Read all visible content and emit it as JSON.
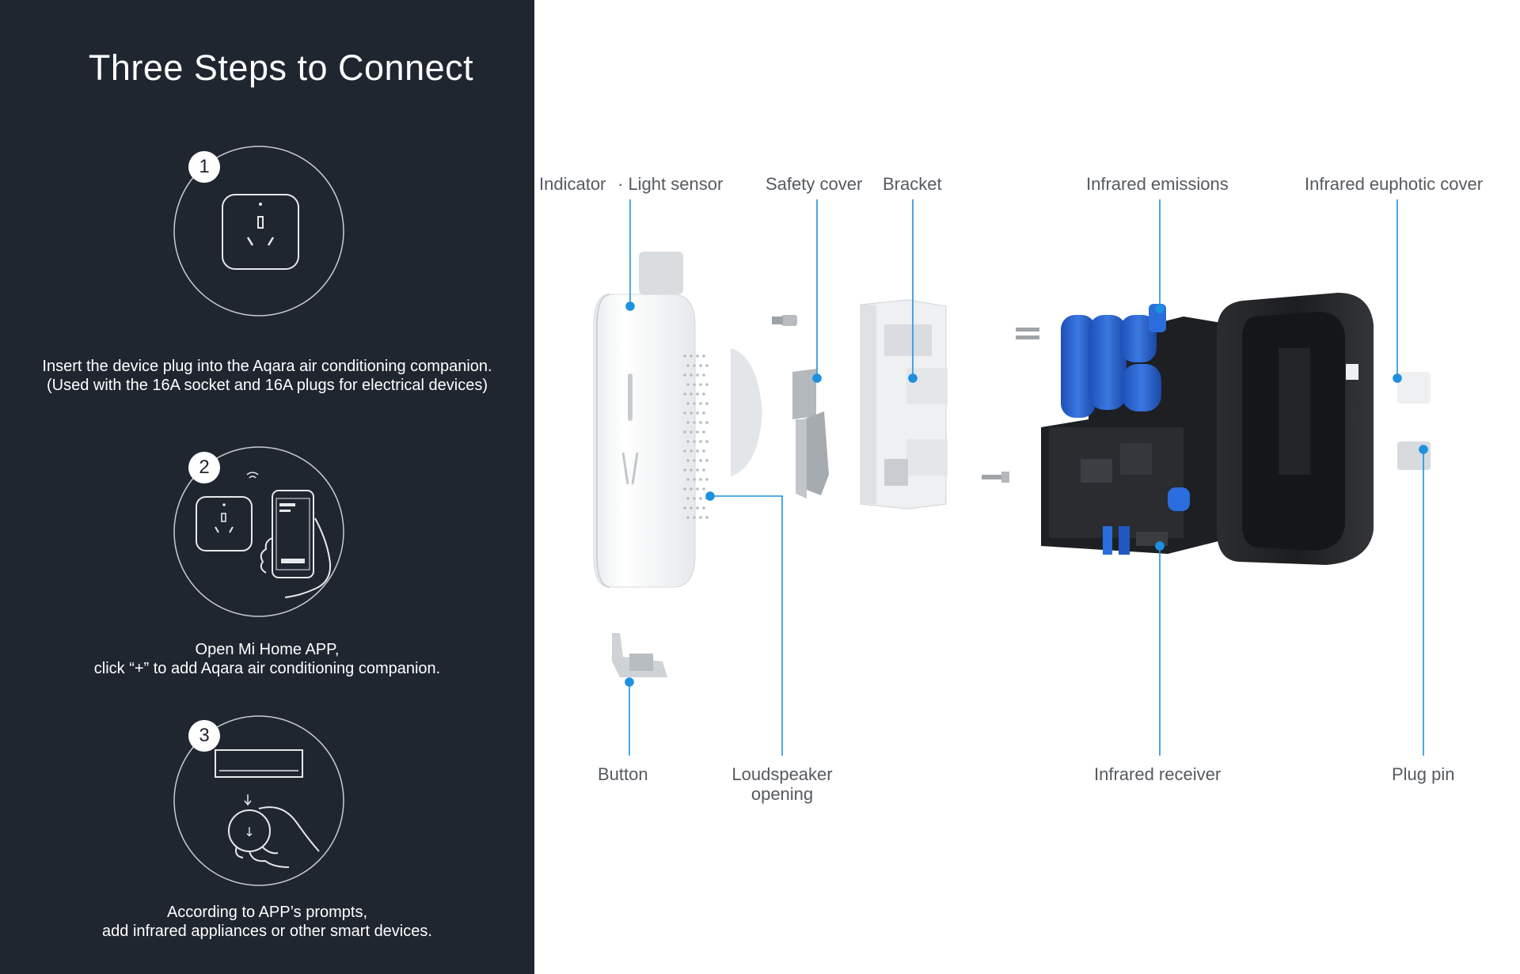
{
  "panel": {
    "title": "Three Steps to Connect",
    "steps": [
      {
        "number": "1",
        "lines": [
          "Insert the device plug into the Aqara air conditioning companion.",
          "(Used with the 16A socket and 16A plugs for electrical devices)"
        ],
        "icon": "socket-icon"
      },
      {
        "number": "2",
        "lines": [
          "Open Mi Home APP,",
          "click “+” to add Aqara air conditioning companion."
        ],
        "icon": "phone-app-icon"
      },
      {
        "number": "3",
        "lines": [
          "According to APP’s prompts,",
          "add infrared appliances or other smart devices."
        ],
        "icon": "air-conditioner-icon"
      }
    ]
  },
  "diagram": {
    "callout_color": "#1e90e0",
    "labels": {
      "indicator": "Indicator",
      "light_sensor": "· Light sensor",
      "safety_cover": "Safety cover",
      "bracket": "Bracket",
      "infrared_emissions": "Infrared emissions",
      "infrared_euphotic_cover": "Infrared euphotic cover",
      "button": "Button",
      "loudspeaker_line1": "Loudspeaker",
      "loudspeaker_line2": "opening",
      "infrared_receiver": "Infrared receiver",
      "plug_pin": "Plug pin"
    }
  }
}
